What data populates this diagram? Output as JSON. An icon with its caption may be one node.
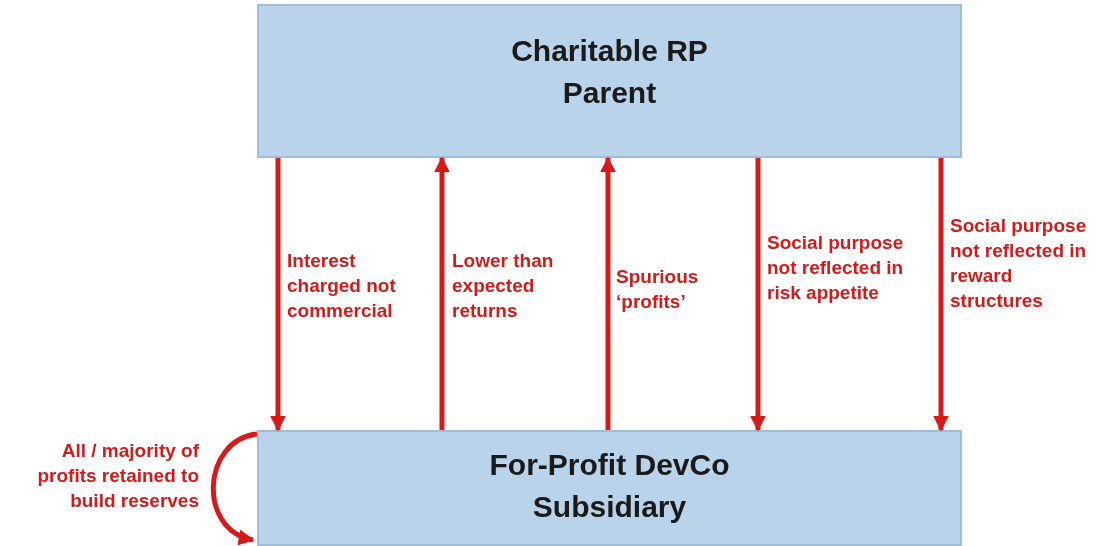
{
  "diagram": {
    "nodes": [
      {
        "text": [
          "Charitable RP Parent"
        ]
      },
      {
        "text": [
          "For-Profit DevCo Subsidiary"
        ]
      }
    ],
    "edges": [
      {
        "from": 0,
        "to": 1,
        "arrow": "to",
        "label": "Interest charged not commercial"
      },
      {
        "from": 1,
        "to": 0,
        "arrow": "to",
        "label": "Lower than expected returns"
      },
      {
        "from": 1,
        "to": 0,
        "arrow": "to",
        "label": "Spurious ‘profits’"
      },
      {
        "from": 0,
        "to": 1,
        "arrow": "to",
        "label": "Social purpose not reflected in risk appetite"
      },
      {
        "from": 0,
        "to": 1,
        "arrow": "to",
        "label": "Social purpose not reflected in reward structures"
      },
      {
        "from": 1,
        "to": 1,
        "arrow": "to",
        "label": "All / majority of profits retained to build reserves"
      }
    ]
  }
}
